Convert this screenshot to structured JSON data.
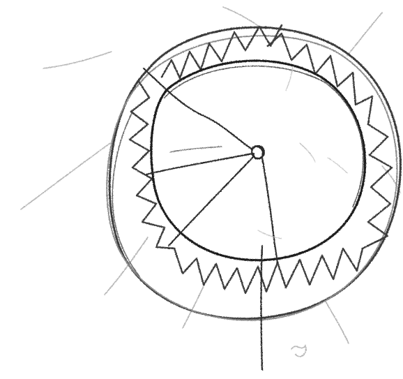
{
  "drawing": {
    "subject": "hand-drawn-sun-sketch",
    "medium": "pencil",
    "colors": {
      "background": "#ffffff",
      "dark_stroke": "#1c1c1c",
      "mid_stroke": "#4a4a4a",
      "light_stroke": "#b0b0b0"
    },
    "parts": [
      "outer-ring",
      "inner-circle",
      "zigzag-band",
      "inner-radial-strokes",
      "faint-rays"
    ]
  }
}
